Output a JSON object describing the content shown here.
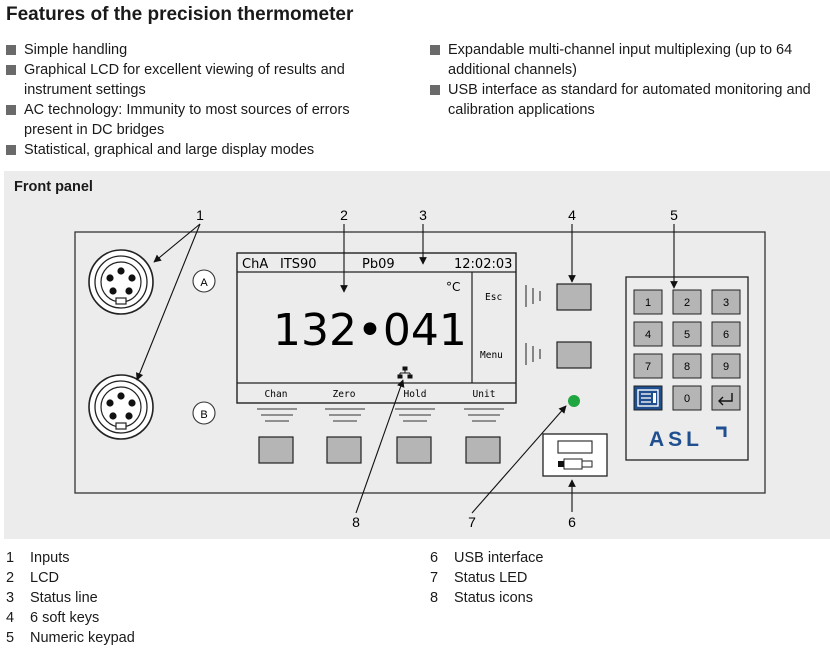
{
  "title": "Features of the precision thermometer",
  "features_left": [
    "Simple handling",
    "Graphical LCD for excellent viewing of results and instrument settings",
    "AC technology: Immunity to most sources of errors present in DC bridges",
    "Statistical, graphical and large display modes"
  ],
  "features_right": [
    "Expandable multi-channel input multiplexing (up to 64 additional channels)",
    "USB interface as standard for automated monitoring and calibration applications"
  ],
  "panel": {
    "heading": "Front panel",
    "callouts": [
      "1",
      "2",
      "3",
      "4",
      "5",
      "8",
      "7",
      "6"
    ],
    "inputs": [
      "A",
      "B"
    ],
    "lcd": {
      "channel": "ChA",
      "scale": "ITS90",
      "probe": "Pb09",
      "time": "12:02:03",
      "unit": "°C",
      "reading": "132•041",
      "side_keys": [
        "Esc",
        "Menu"
      ],
      "soft_keys": [
        "Chan",
        "Zero",
        "Hold",
        "Unit"
      ]
    },
    "keypad": [
      "1",
      "2",
      "3",
      "4",
      "5",
      "6",
      "7",
      "8",
      "9",
      "0"
    ],
    "brand": "ASL"
  },
  "legend_left": [
    {
      "num": "1",
      "label": "Inputs"
    },
    {
      "num": "2",
      "label": "LCD"
    },
    {
      "num": "3",
      "label": "Status line"
    },
    {
      "num": "4",
      "label": "6 soft keys"
    },
    {
      "num": "5",
      "label": "Numeric keypad"
    }
  ],
  "legend_right": [
    {
      "num": "6",
      "label": "USB interface"
    },
    {
      "num": "7",
      "label": "Status LED"
    },
    {
      "num": "8",
      "label": "Status icons"
    }
  ],
  "colors": {
    "led": "#1fa640",
    "brand": "#1f4f8f",
    "panel_bg": "#ececec"
  }
}
